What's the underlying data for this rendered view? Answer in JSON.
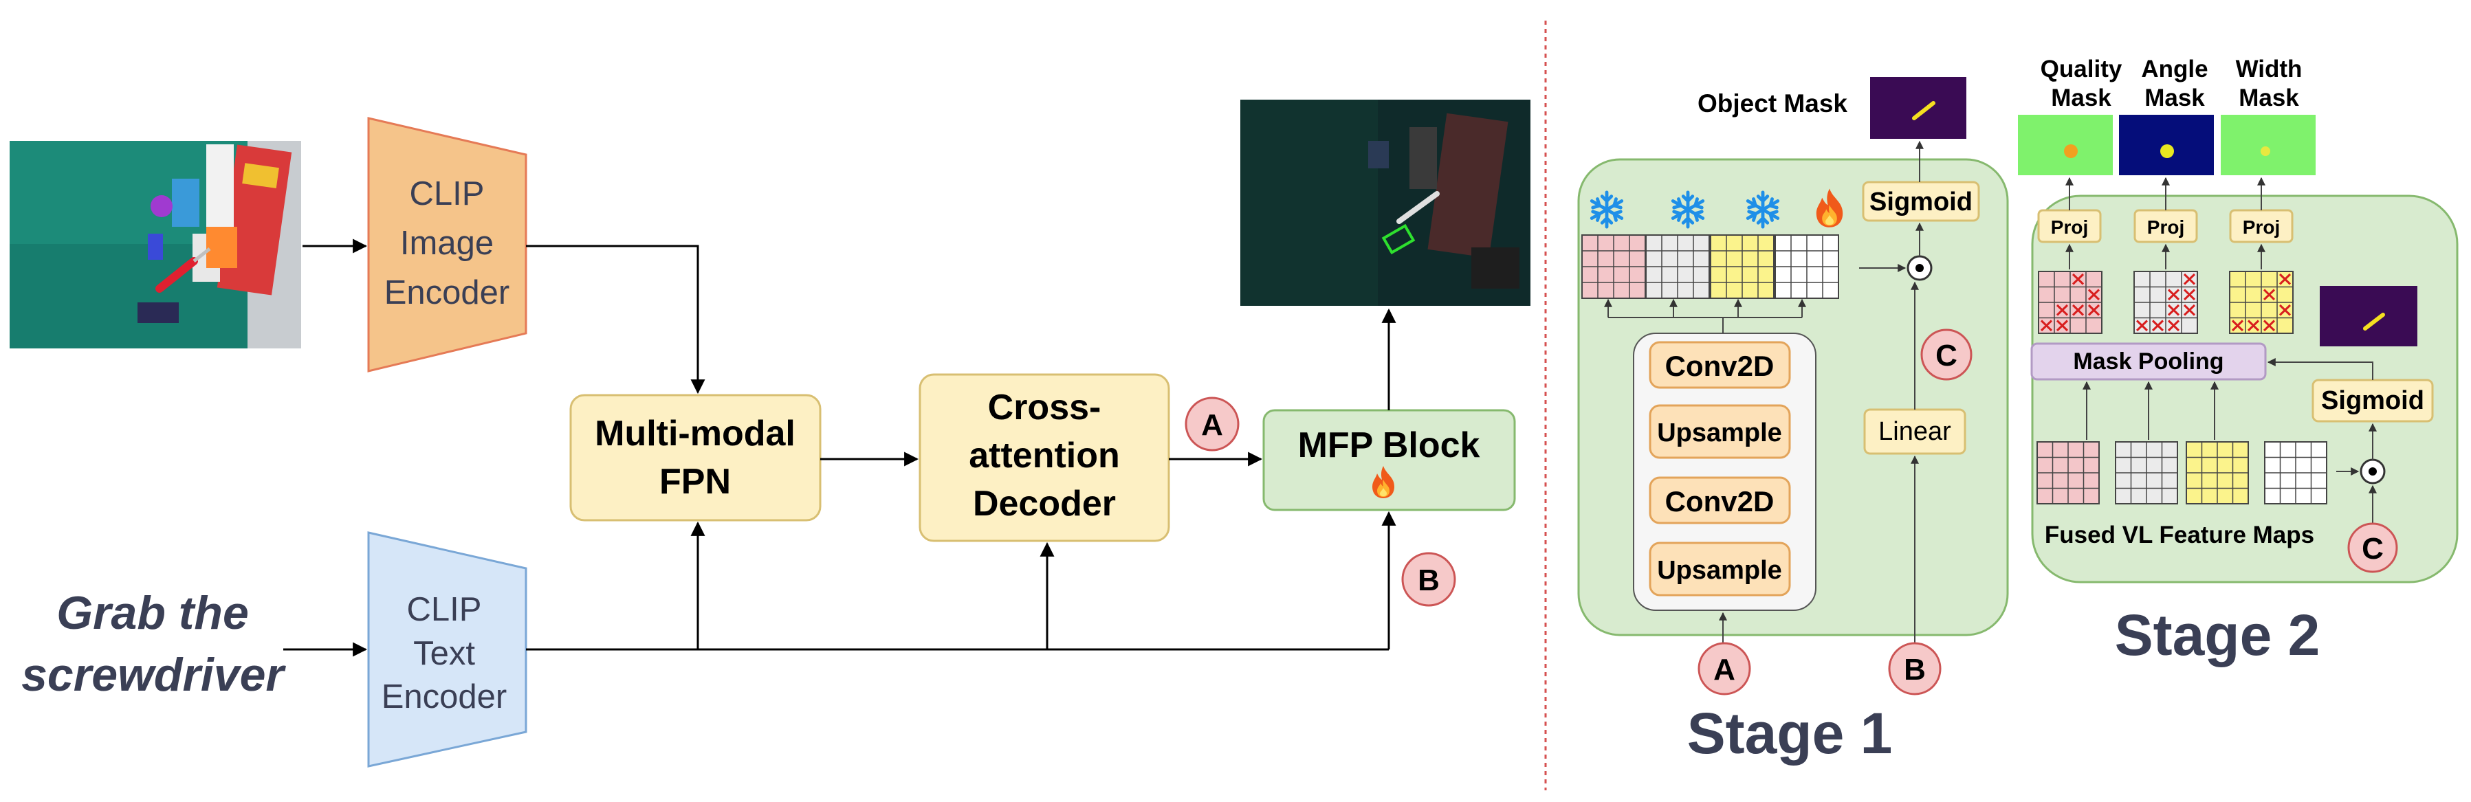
{
  "left_panel": {
    "prompt_line1": "Grab the",
    "prompt_line2": "screwdriver",
    "image_encoder": {
      "line1": "CLIP",
      "line2": "Image",
      "line3": "Encoder"
    },
    "text_encoder": {
      "line1": "CLIP",
      "line2": "Text",
      "line3": "Encoder"
    },
    "fpn": {
      "line1": "Multi-modal",
      "line2": "FPN"
    },
    "decoder": {
      "line1": "Cross-",
      "line2": "attention",
      "line3": "Decoder"
    },
    "mfp": {
      "label": "MFP Block"
    },
    "markers": {
      "a": "A",
      "b": "B"
    }
  },
  "stage1": {
    "title": "Stage 1",
    "object_mask_label": "Object Mask",
    "sigmoid_label": "Sigmoid",
    "linear_label": "Linear",
    "conv2d_1": "Conv2D",
    "upsample_1": "Upsample",
    "conv2d_2": "Conv2D",
    "upsample_2": "Upsample",
    "marker_a": "A",
    "marker_b": "B",
    "marker_c": "C"
  },
  "stage2": {
    "title": "Stage 2",
    "quality_mask": {
      "line1": "Quality",
      "line2": "Mask"
    },
    "angle_mask": {
      "line1": "Angle",
      "line2": "Mask"
    },
    "width_mask": {
      "line1": "Width",
      "line2": "Mask"
    },
    "proj_label": "Proj",
    "mask_pooling_label": "Mask Pooling",
    "sigmoid_label": "Sigmoid",
    "fused_label": "Fused VL Feature Maps",
    "marker_c": "C"
  },
  "colors": {
    "clip_image_fill": "#f5c48a",
    "clip_image_stroke": "#e57a56",
    "clip_text_fill": "#d6e6f8",
    "clip_text_stroke": "#7aa7d6",
    "module_fill": "#fdf0c4",
    "module_stroke": "#d8bf72",
    "mfp_fill": "#d8ebcf",
    "mfp_stroke": "#86b96e",
    "marker_fill": "#f6c9c9",
    "marker_stroke": "#cc5555",
    "stage_fill": "#d8ebcf",
    "feature_pink": "#f3c6c9",
    "feature_gray": "#ebebeb",
    "feature_yellow": "#fbf38c",
    "mask_purple": "#3a0b54",
    "mask_green": "#7ff26c",
    "mask_navy": "#050d7a",
    "pooling_fill": "#e3d3ec",
    "divider": "#d65050",
    "text_dark": "#3a3f55"
  },
  "icons": [
    "snowflake-icon",
    "fire-icon",
    "hadamard-product-icon",
    "scene-photo",
    "prediction-photo"
  ]
}
